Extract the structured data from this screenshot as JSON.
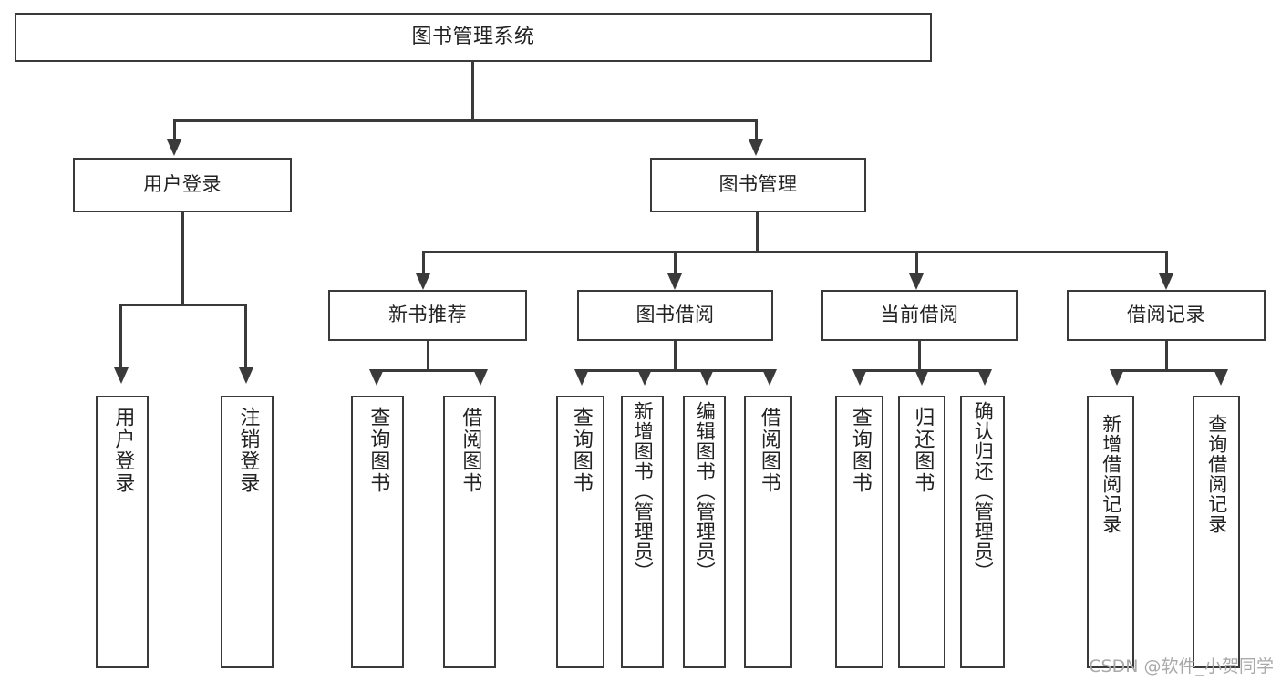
{
  "diagram": {
    "type": "tree-hierarchy-diagram",
    "title": "图书管理系统",
    "root": {
      "id": "root",
      "label": "图书管理系统"
    },
    "level2": [
      {
        "id": "user-login",
        "label": "用户登录"
      },
      {
        "id": "book-manage",
        "label": "图书管理"
      }
    ],
    "level3": [
      {
        "id": "new-book-rec",
        "label": "新书推荐"
      },
      {
        "id": "book-borrow",
        "label": "图书借阅"
      },
      {
        "id": "current-borrow",
        "label": "当前借阅"
      },
      {
        "id": "borrow-record",
        "label": "借阅记录"
      }
    ],
    "leaves": {
      "user_login": [
        {
          "id": "leaf-user-login",
          "label": "用户登录"
        },
        {
          "id": "leaf-user-logout",
          "label": "注销登录"
        }
      ],
      "new_book_rec": [
        {
          "id": "leaf-query-book-1",
          "label": "查询图书"
        },
        {
          "id": "leaf-borrow-book-1",
          "label": "借阅图书"
        }
      ],
      "book_borrow": [
        {
          "id": "leaf-query-book-2",
          "label": "查询图书"
        },
        {
          "id": "leaf-add-book-admin",
          "label": "新增图书（管理员）"
        },
        {
          "id": "leaf-edit-book-admin",
          "label": "编辑图书（管理员）"
        },
        {
          "id": "leaf-borrow-book-2",
          "label": "借阅图书"
        }
      ],
      "current_borrow": [
        {
          "id": "leaf-query-book-3",
          "label": "查询图书"
        },
        {
          "id": "leaf-return-book",
          "label": "归还图书"
        },
        {
          "id": "leaf-confirm-return-admin",
          "label": "确认归还（管理员）"
        }
      ],
      "borrow_record": [
        {
          "id": "leaf-add-borrow-record",
          "label": "新增借阅记录"
        },
        {
          "id": "leaf-query-borrow-record",
          "label": "查询借阅记录"
        }
      ]
    }
  },
  "watermark": {
    "text": "CSDN @软件_小贺同学"
  },
  "colors": {
    "border": "#3a3a3a",
    "background": "#ffffff",
    "text": "#222222",
    "watermark": "#a9a9a9"
  }
}
